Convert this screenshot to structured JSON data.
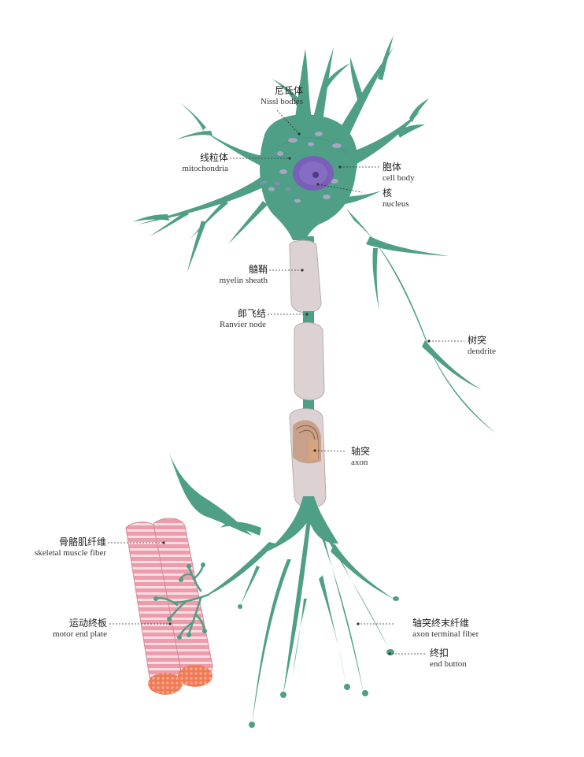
{
  "colors": {
    "neuron": "#4f9f86",
    "neuron_dark": "#3f8a73",
    "myelin": "#dcd1d3",
    "myelin_edge": "#b9abae",
    "nucleus": "#7a5fb8",
    "muscle": "#ec9cab",
    "muscle_stripe": "#f8dde3",
    "muscle_end": "#f07a55",
    "axon_core": "#d8a47e",
    "leader": "#333333"
  },
  "labels": {
    "nissl": {
      "zh": "尼氏体",
      "en": "Nissl bodies"
    },
    "mito": {
      "zh": "线粒体",
      "en": "mitochondria"
    },
    "cellbody": {
      "zh": "胞体",
      "en": "cell body"
    },
    "nucleus": {
      "zh": "核",
      "en": "nucleus"
    },
    "myelin": {
      "zh": "髓鞘",
      "en": "myelin sheath"
    },
    "ranvier": {
      "zh": "郎飞结",
      "en": "Ranvier node"
    },
    "dendrite": {
      "zh": "树突",
      "en": "dendrite"
    },
    "axon": {
      "zh": "轴突",
      "en": "axon"
    },
    "muscle": {
      "zh": "骨骼肌纤维",
      "en": "skeletal muscle fiber"
    },
    "terminal": {
      "zh": "轴突终末纤维",
      "en": "axon terminal fiber"
    },
    "endplate": {
      "zh": "运动终板",
      "en": "motor end plate"
    },
    "button": {
      "zh": "终扣",
      "en": "end button"
    }
  }
}
